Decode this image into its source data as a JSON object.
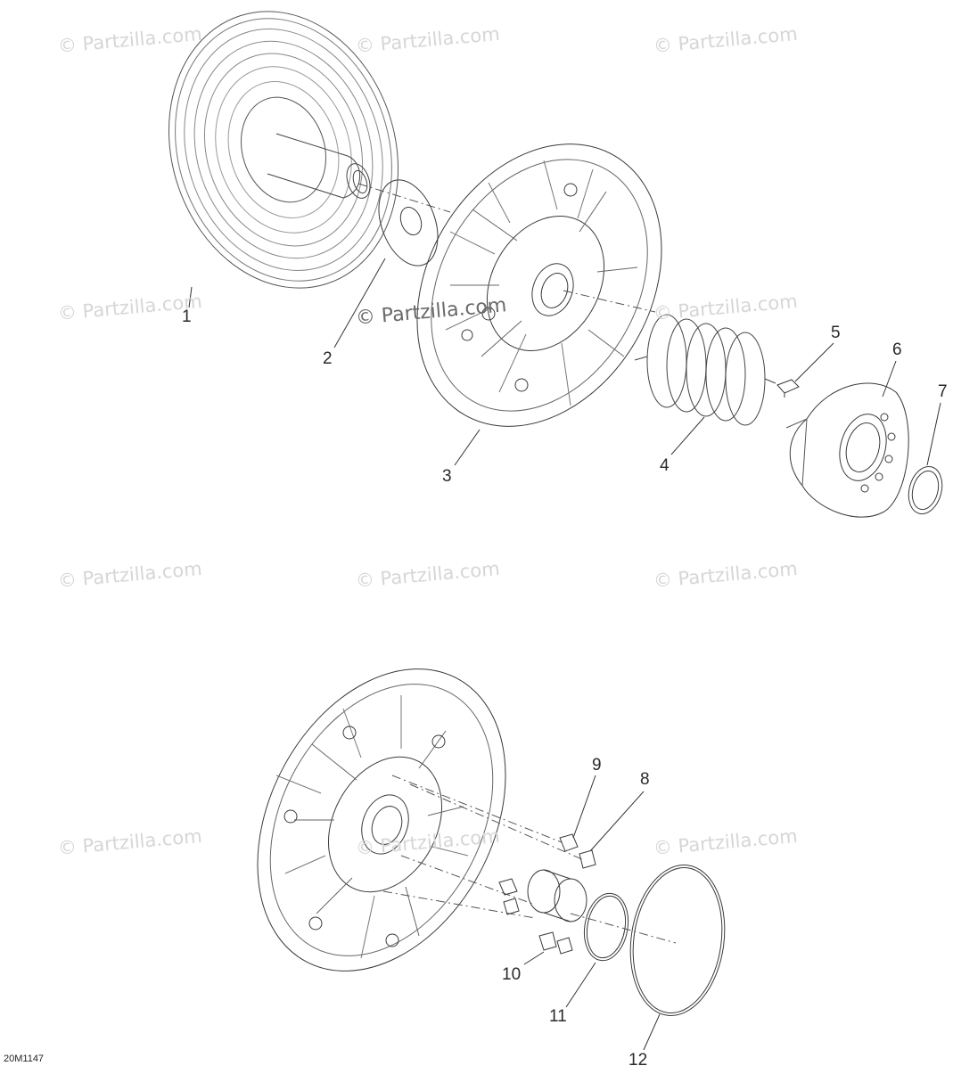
{
  "diagram": {
    "drawing_code": "20M1147",
    "watermark": "© Partzilla.com",
    "callouts": [
      "1",
      "2",
      "3",
      "4",
      "5",
      "6",
      "7",
      "8",
      "9",
      "10",
      "11",
      "12"
    ]
  }
}
